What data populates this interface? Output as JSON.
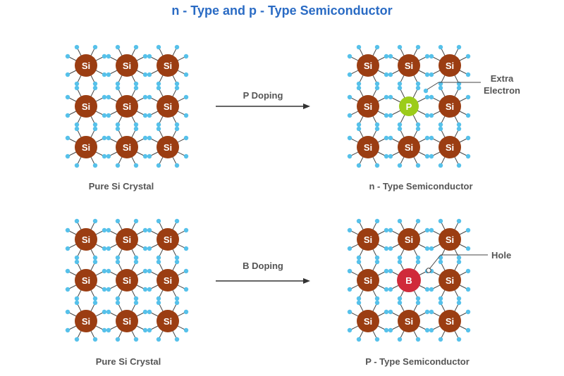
{
  "title": "n - Type and p - Type  Semiconductor",
  "colors": {
    "title": "#2a6bc4",
    "si": "#9b3d12",
    "phosphorus": "#9ccc1a",
    "boron": "#d02a3a",
    "electron": "#56c1ea",
    "bond": "#444444",
    "text": "#555555"
  },
  "atoms": {
    "si_symbol": "Si",
    "p_symbol": "P",
    "b_symbol": "B"
  },
  "panels": {
    "top_left": {
      "caption": "Pure Si Crystal"
    },
    "top_right": {
      "caption": "n - Type Semiconductor",
      "callout": [
        "Extra",
        "Electron"
      ]
    },
    "bottom_left": {
      "caption": "Pure Si Crystal"
    },
    "bottom_right": {
      "caption": "P - Type Semiconductor",
      "callout": [
        "Hole"
      ]
    }
  },
  "arrows": {
    "top": "P Doping",
    "bottom": "B Doping"
  }
}
